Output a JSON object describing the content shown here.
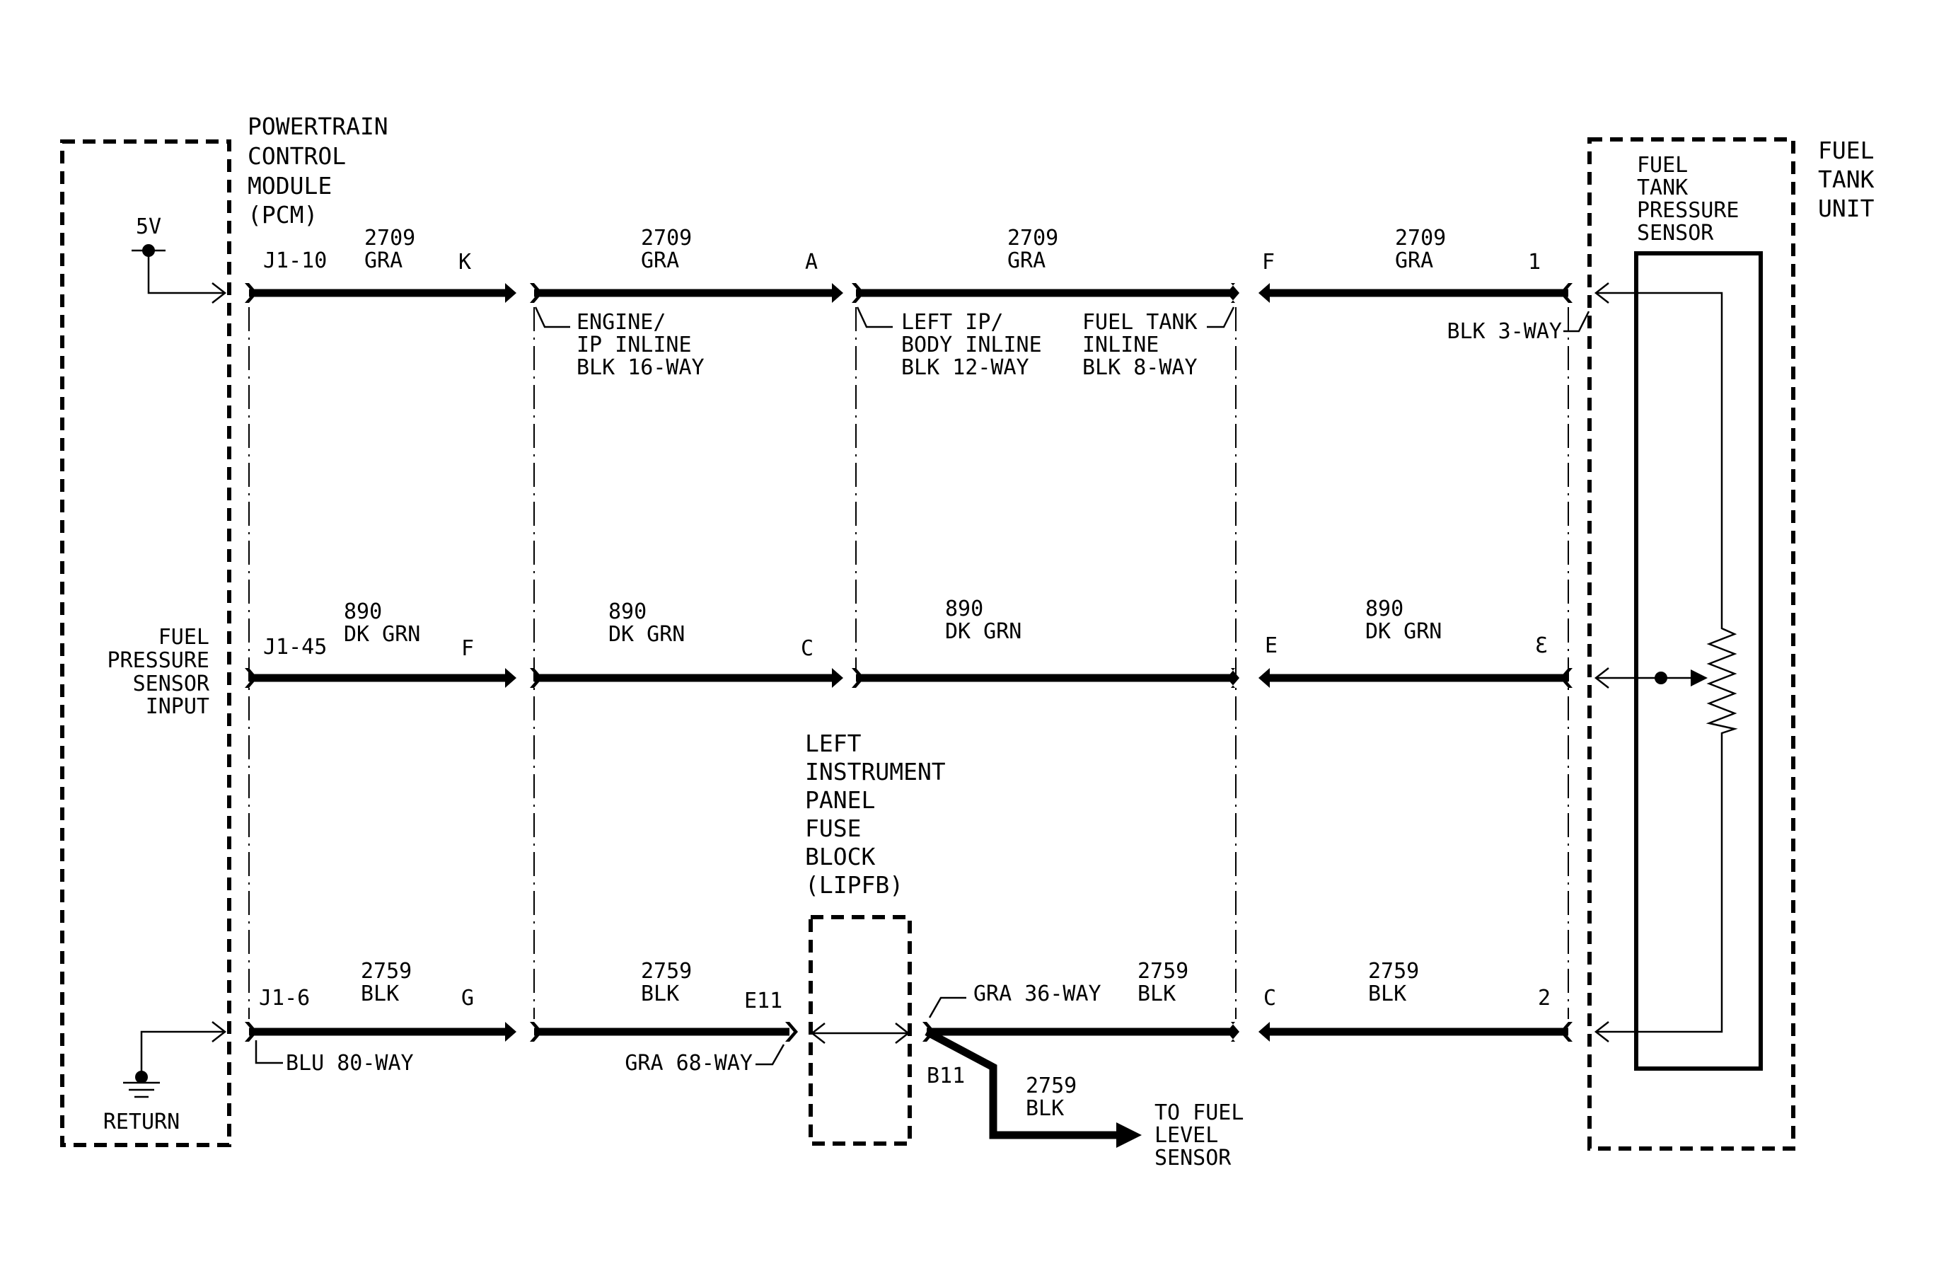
{
  "pcm": {
    "title": [
      "POWERTRAIN",
      "CONTROL",
      "MODULE",
      "(PCM)"
    ],
    "supply": "5V",
    "input_label": [
      "FUEL",
      "PRESSURE",
      "SENSOR",
      "INPUT"
    ],
    "return_label": "RETURN",
    "connector": "BLU 80-WAY"
  },
  "fuel_tank_unit": {
    "title": [
      "FUEL",
      "TANK",
      "UNIT"
    ],
    "sensor_title": [
      "FUEL",
      "TANK",
      "PRESSURE",
      "SENSOR"
    ],
    "connector": "BLK 3-WAY"
  },
  "lipfb": {
    "title": [
      "LEFT",
      "INSTRUMENT",
      "PANEL",
      "FUSE",
      "BLOCK",
      "(LIPFB)"
    ],
    "connector_a": "GRA 68-WAY",
    "connector_b": "GRA 36-WAY"
  },
  "inline_connectors": {
    "engine_ip": [
      "ENGINE/",
      "IP INLINE",
      "BLK 16-WAY"
    ],
    "left_ip_body": [
      "LEFT IP/",
      "BODY INLINE",
      "BLK 12-WAY"
    ],
    "fuel_tank_inline": [
      "FUEL TANK",
      "INLINE",
      "BLK 8-WAY"
    ]
  },
  "circuits": {
    "c2709": {
      "number": "2709",
      "color": "GRA"
    },
    "c890": {
      "number": "890",
      "color": "DK GRN"
    },
    "c2759": {
      "number": "2759",
      "color": "BLK"
    }
  },
  "pins": {
    "pcm_5v": "J1-10",
    "pcm_sig": "J1-45",
    "pcm_ret": "J1-6",
    "eng_k": "K",
    "eng_f": "F",
    "eng_g": "G",
    "body_a": "A",
    "body_c": "C",
    "lipfb_e11": "E11",
    "lipfb_b11": "B11",
    "tank_f": "F",
    "tank_e": "E",
    "tank_c": "C",
    "sensor_1": "1",
    "sensor_3": "3",
    "sensor_2": "2"
  },
  "to_fuel_level": [
    "TO FUEL",
    "LEVEL",
    "SENSOR"
  ]
}
